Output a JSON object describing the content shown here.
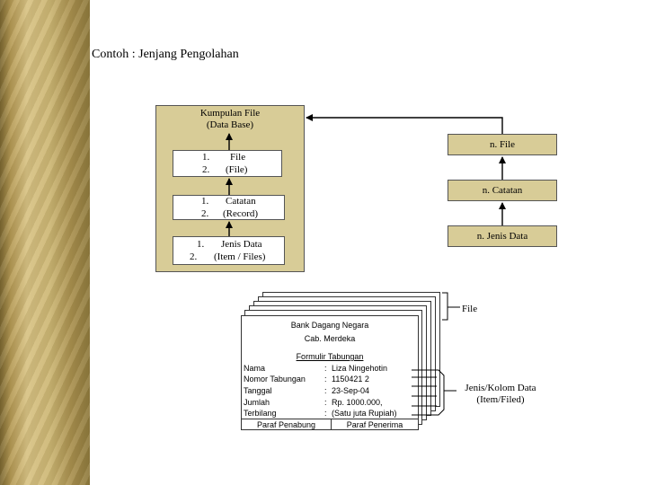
{
  "title": "Contoh : Jenjang Pengolahan",
  "database_box": {
    "label_line1": "Kumpulan File",
    "label_line2": "(Data Base)"
  },
  "levels": [
    {
      "num1": "1.",
      "num2": "2.",
      "line1": "File",
      "line2": "(File)"
    },
    {
      "num1": "1.",
      "num2": "2.",
      "line1": "Catatan",
      "line2": "(Record)"
    },
    {
      "num1": "1.",
      "num2": "2.",
      "line1": "Jenis Data",
      "line2": "(Item / Files)"
    }
  ],
  "right_boxes": [
    "n. File",
    "n. Catatan",
    "n. Jenis Data"
  ],
  "form": {
    "bank_line1": "Bank Dagang Negara",
    "bank_line2": "Cab. Merdeka",
    "form_title": "Formulir Tabungan",
    "fields": [
      {
        "label": "Nama",
        "value": "Liza Ningehotin"
      },
      {
        "label": "Nomor Tabungan",
        "value": "1150421 2"
      },
      {
        "label": "Tanggal",
        "value": "23-Sep-04"
      },
      {
        "label": "Jumlah",
        "value": "Rp. 1000.000,"
      },
      {
        "label": "Terbilang",
        "value": "(Satu juta Rupiah)"
      }
    ],
    "footer_left": "Paraf Penabung",
    "footer_right": "Paraf Penerima"
  },
  "annotations": {
    "file": "File",
    "jenis_line1": "Jenis/Kolom Data",
    "jenis_line2": "(Item/Filed)"
  }
}
